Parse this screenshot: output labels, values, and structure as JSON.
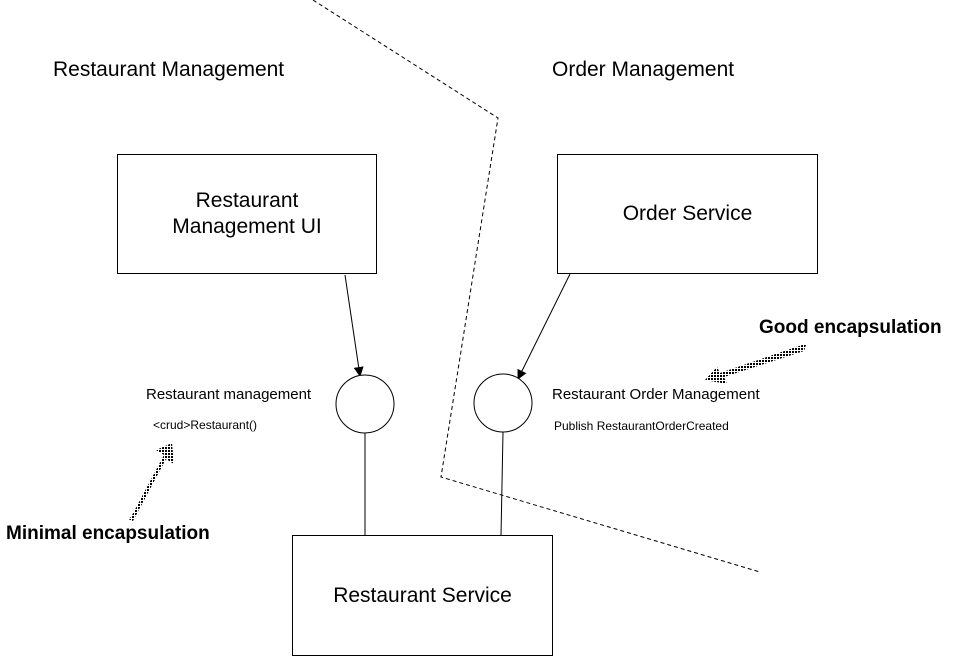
{
  "regions": {
    "left": "Restaurant Management",
    "right": "Order Management"
  },
  "components": {
    "ui": {
      "line1": "Restaurant",
      "line2": "Management UI"
    },
    "order_service": "Order Service",
    "restaurant_service": "Restaurant Service"
  },
  "interfaces": {
    "left": {
      "name": "Restaurant management",
      "operation": "<crud>Restaurant()"
    },
    "right": {
      "name": "Restaurant Order Management",
      "operation": "Publish RestaurantOrderCreated"
    }
  },
  "annotations": {
    "minimal": "Minimal encapsulation",
    "good": "Good encapsulation"
  },
  "colors": {
    "stroke": "#000000",
    "background": "#ffffff"
  }
}
